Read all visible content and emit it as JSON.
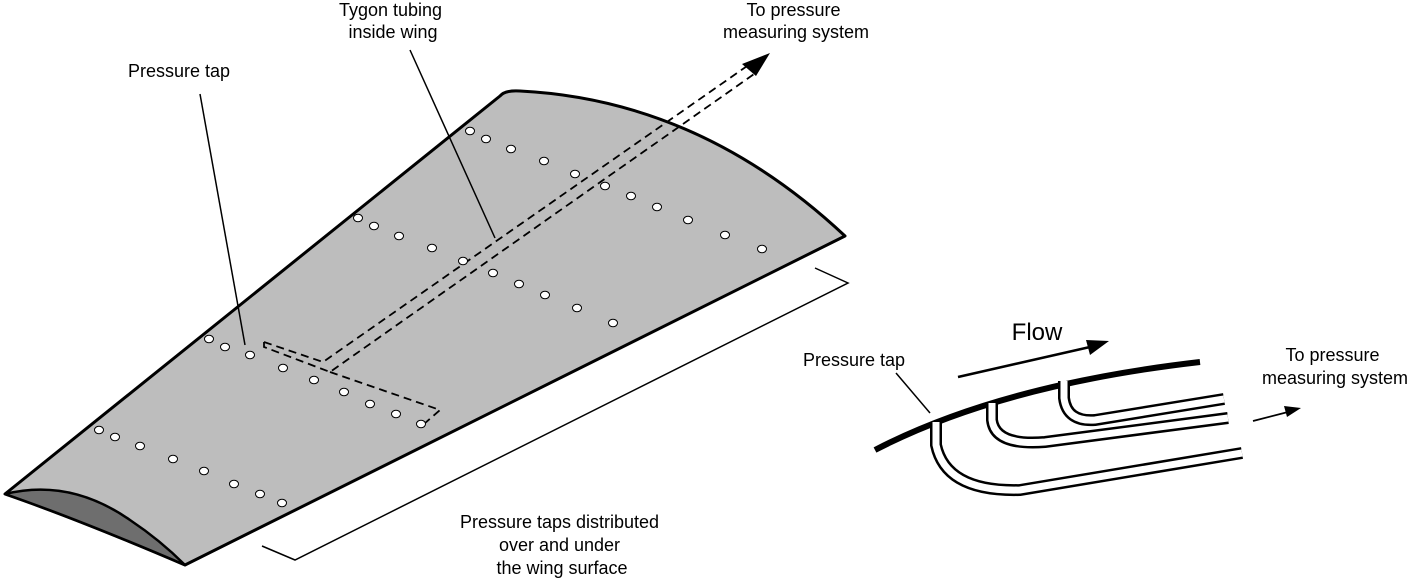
{
  "colors": {
    "wing_surface": "#bdbdbd",
    "wing_root": "#6e6e6e",
    "outline": "#000000",
    "tap_fill": "#ffffff",
    "background": "#ffffff"
  },
  "labels": {
    "tygon": [
      "Tygon tubing",
      "inside wing"
    ],
    "to_pressure_top": [
      "To pressure",
      "measuring system"
    ],
    "pressure_tap_left": "Pressure tap",
    "distributed": [
      "Pressure taps distributed",
      "over and under",
      "the wing surface"
    ],
    "flow": "Flow",
    "pressure_tap_right": "Pressure tap",
    "to_pressure_right": [
      "To pressure",
      "measuring system"
    ]
  },
  "icons": {
    "flow_arrow": "arrow-right-icon",
    "outlet_arrow": "arrow-right-icon",
    "tube_arrow": "arrow-up-right-icon"
  }
}
